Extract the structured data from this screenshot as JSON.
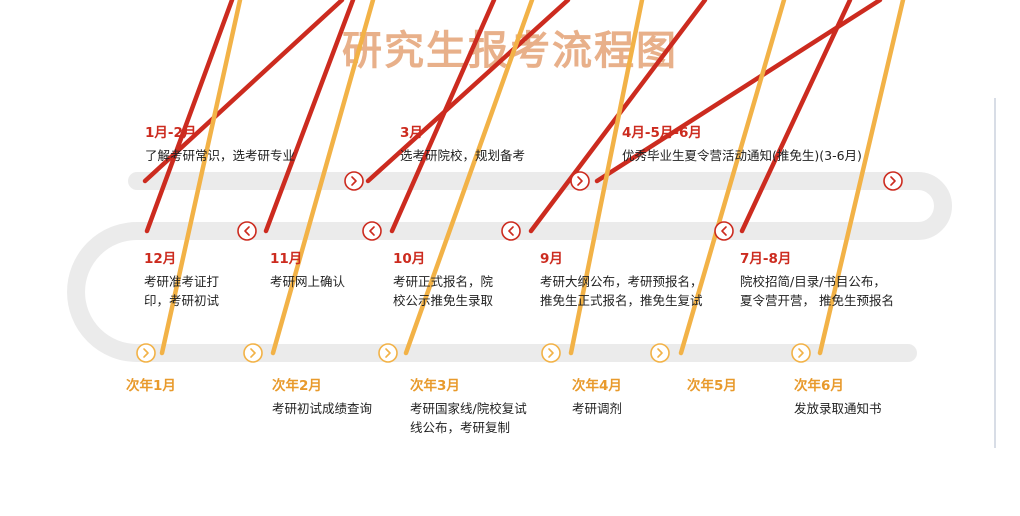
{
  "title": "研究生报考流程图",
  "colors": {
    "title": "#e8b08a",
    "red": "#cc2b1f",
    "orange": "#f2b247",
    "track": "#ebebeb"
  },
  "stages_top": [
    {
      "month": "1月-2月",
      "desc": "了解考研常识，选考研专业"
    },
    {
      "month": "3月",
      "desc": "选考研院校，规划备考"
    },
    {
      "month": "4月-5月-6月",
      "desc": "优秀毕业生夏令营活动通知(推免生)(3-6月)"
    }
  ],
  "stages_middle": [
    {
      "month": "12月",
      "desc": "考研准考证打\n印，考研初试"
    },
    {
      "month": "11月",
      "desc": "考研网上确认"
    },
    {
      "month": "10月",
      "desc": "考研正式报名，院\n校公示推免生录取"
    },
    {
      "month": "9月",
      "desc": "考研大纲公布，考研预报名，\n推免生正式报名，推免生复试"
    },
    {
      "month": "7月-8月",
      "desc": "院校招简/目录/书目公布，\n夏令营开营， 推免生预报名"
    }
  ],
  "stages_bottom": [
    {
      "month": "次年1月",
      "desc": ""
    },
    {
      "month": "次年2月",
      "desc": "考研初试成绩查询"
    },
    {
      "month": "次年3月",
      "desc": "考研国家线/院校复试\n线公布，考研复制"
    },
    {
      "month": "次年4月",
      "desc": "考研调剂"
    },
    {
      "month": "次年5月",
      "desc": ""
    },
    {
      "month": "次年6月",
      "desc": "发放录取通知书"
    }
  ]
}
